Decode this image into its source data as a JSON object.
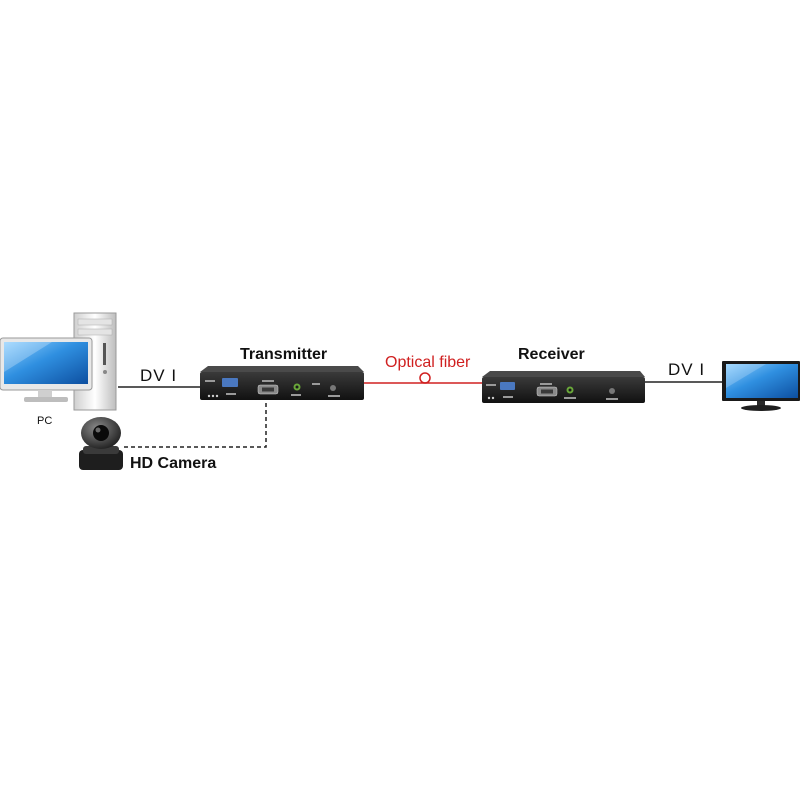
{
  "labels": {
    "pc": "PC",
    "dvi_left": "DV I",
    "dvi_right": "DV I",
    "transmitter": "Transmitter",
    "receiver": "Receiver",
    "optical_fiber": "Optical fiber",
    "hd_camera": "HD Camera"
  },
  "colors": {
    "fiber": "#d02020",
    "cable": "#222222",
    "device_body": "#1c1c1c",
    "monitor_screen": "#2a7fd0"
  },
  "icons": {
    "pc": "desktop-computer-icon",
    "camera": "ptz-camera-icon",
    "display": "lcd-monitor-icon",
    "transmitter": "transmitter-box-icon",
    "receiver": "receiver-box-icon"
  }
}
